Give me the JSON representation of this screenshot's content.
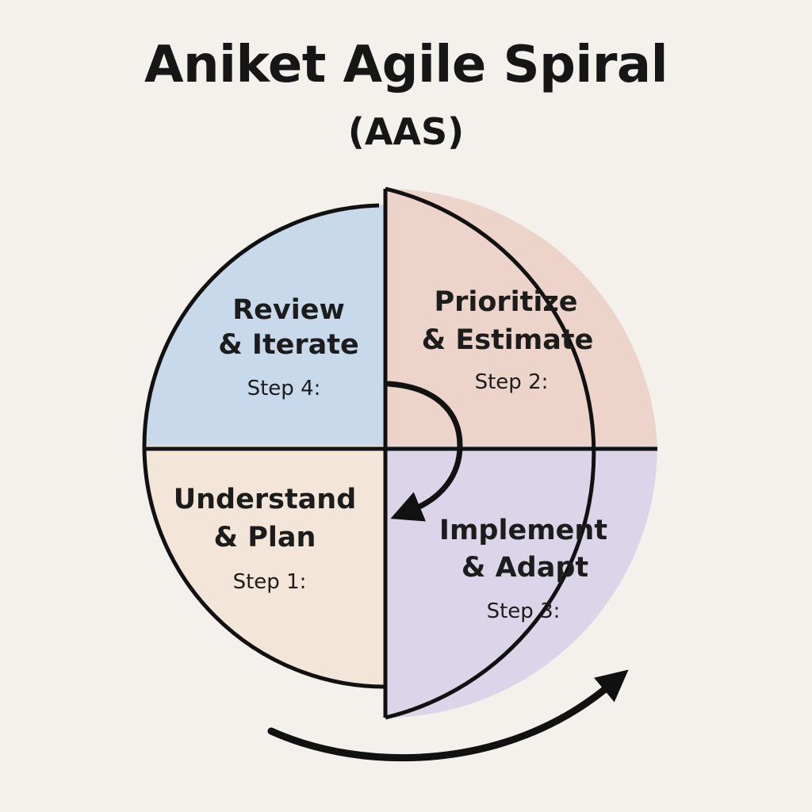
{
  "header": {
    "title": "Aniket Agile Spiral",
    "subtitle": "(AAS)"
  },
  "quadrants": {
    "review": {
      "line1": "Review",
      "line2": "& Iterate",
      "step": "Step 4:",
      "color": "#c9d9ec"
    },
    "prioritize": {
      "line1": "Prioritize",
      "line2": "& Estimate",
      "step": "Step 2:",
      "color": "#ecd4ca"
    },
    "understand": {
      "line1": "Understand",
      "line2": "& Plan",
      "step": "Step 1:",
      "color": "#f3e6d8"
    },
    "implement": {
      "line1": "Implement",
      "line2": "& Adapt",
      "step": "Step 3:",
      "color": "#dcd4e8"
    }
  },
  "colors": {
    "background": "#f4f1ed",
    "outline": "#111111"
  },
  "icons": {
    "inner_arrow": "curved-arrow-icon",
    "outer_arrow": "curved-arrow-icon"
  }
}
